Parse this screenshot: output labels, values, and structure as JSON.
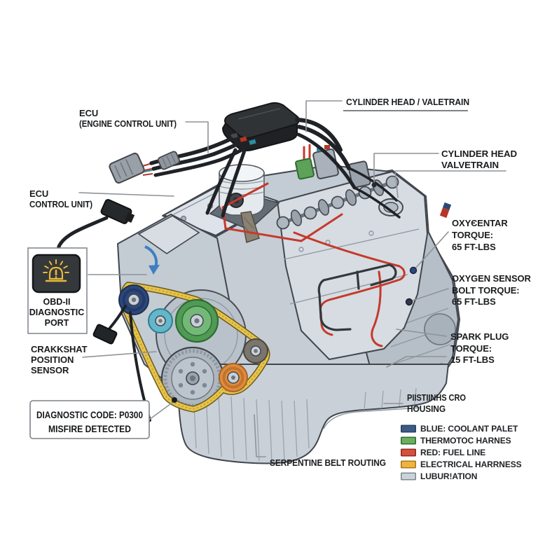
{
  "labels": {
    "ecu_top": {
      "lines": [
        "ECU",
        "(ENGINE CONTROL UNIT)"
      ]
    },
    "cylinder_head_valetrain": {
      "text": "CYLINDER HEAD / VALETRAIN"
    },
    "ecu_left": {
      "lines": [
        "ECU",
        "CONTROL UNIT)"
      ]
    },
    "cylinder_head_valvetrain": {
      "lines": [
        "CYLINDER HEAD",
        "VALVETRAIN"
      ]
    },
    "oxygentar_torque": {
      "lines": [
        "OXYЄENTAR",
        "TORQUE:",
        "65 FT-LBS"
      ]
    },
    "oxygen_sensor_torque": {
      "lines": [
        "OXYGEN SENSOR",
        "BOLT TORQUE:",
        "65 FT-LBS"
      ]
    },
    "spark_plug_torque": {
      "lines": [
        "SPARK PLUG",
        "TORQUE:",
        "15 FT-LBS"
      ]
    },
    "pistons_cro_housing": {
      "lines": [
        "PIISTIINHS CRO",
        "HOUSING"
      ]
    },
    "crankshaft_position_sensor": {
      "lines": [
        "CRAKKSHAT",
        "POSITION",
        "SENSOR"
      ]
    },
    "obd_port": {
      "icon": "warning-beacon-icon",
      "lines": [
        "OBD-II",
        "DIAGNOSTIC",
        "PORT"
      ]
    },
    "diagnostic_code": {
      "lines": [
        "DIAGNOSTIC CODE: P0300",
        "MISFIRE DETECTED"
      ]
    },
    "serpentine_belt": {
      "text": "SERPENTINE BELT ROUTING"
    }
  },
  "legend": {
    "items": [
      {
        "label": "BLUE: COOLANT PALET",
        "color": "#3d5a82",
        "border": "#27406b"
      },
      {
        "label": "THERMOTOC HARNES",
        "color": "#6aaf5c",
        "border": "#316b35"
      },
      {
        "label": "RED: FUEL LINE",
        "color": "#d6503c",
        "border": "#8e2b20"
      },
      {
        "label": "ELECTRICAL HARRNESS",
        "color": "#f0b43e",
        "border": "#a87718"
      },
      {
        "label": "LUBUR!ATION",
        "color": "#ccd3d8",
        "border": "#7f8890"
      }
    ]
  },
  "colors": {
    "leader_line": "#8e9398",
    "label_text": "#1a1c1e",
    "belt_yellow": "#e6c34a",
    "fuel_line_red": "#c6392b",
    "cable_black": "#1f2226",
    "warning_icon_yellow": "#e8b838",
    "engine_body_gray": "#ced5dc"
  }
}
